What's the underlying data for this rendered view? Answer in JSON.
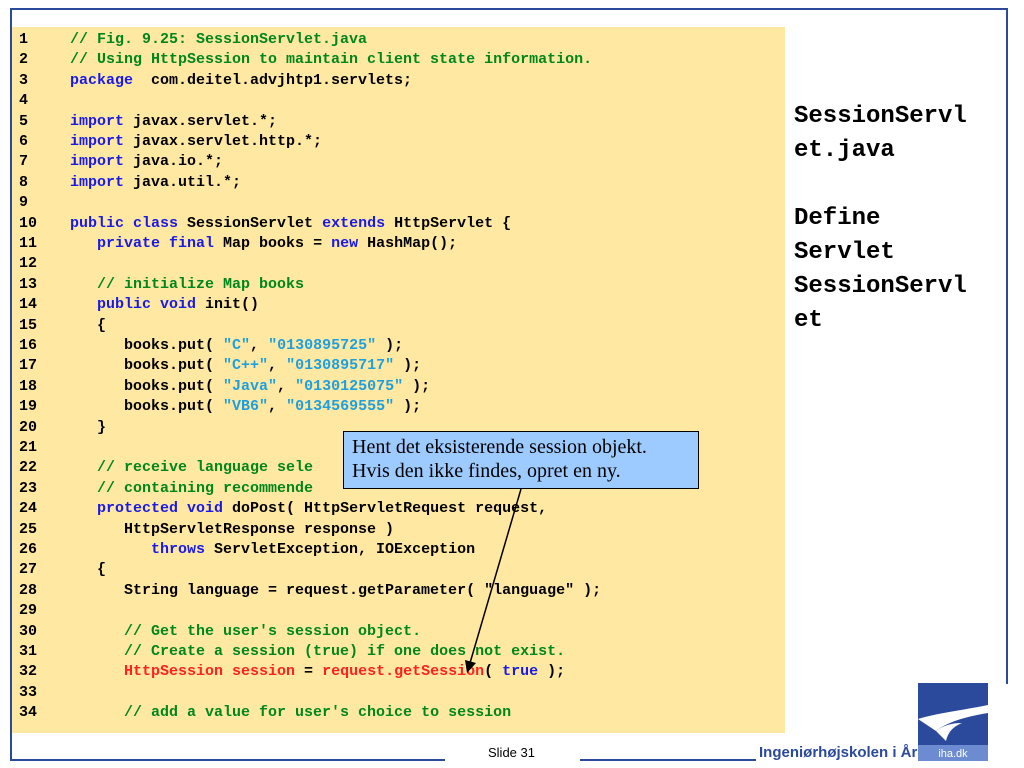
{
  "code_lines": [
    {
      "n": "1",
      "parts": [
        [
          "cm",
          "// Fig. 9.25: SessionServlet.java"
        ]
      ]
    },
    {
      "n": "2",
      "parts": [
        [
          "cm",
          "// Using HttpSession to maintain client state information."
        ]
      ]
    },
    {
      "n": "3",
      "parts": [
        [
          "kw",
          "package"
        ],
        [
          "",
          "  com.deitel.advjhtp1.servlets;"
        ]
      ]
    },
    {
      "n": "4",
      "parts": []
    },
    {
      "n": "5",
      "parts": [
        [
          "kw",
          "import"
        ],
        [
          "",
          " javax.servlet.*;"
        ]
      ]
    },
    {
      "n": "6",
      "parts": [
        [
          "kw",
          "import"
        ],
        [
          "",
          " javax.servlet.http.*;"
        ]
      ]
    },
    {
      "n": "7",
      "parts": [
        [
          "kw",
          "import"
        ],
        [
          "",
          " java.io.*;"
        ]
      ]
    },
    {
      "n": "8",
      "parts": [
        [
          "kw",
          "import"
        ],
        [
          "",
          " java.util.*;"
        ]
      ]
    },
    {
      "n": "9",
      "parts": []
    },
    {
      "n": "10",
      "parts": [
        [
          "kw",
          "public class"
        ],
        [
          "",
          " SessionServlet "
        ],
        [
          "kw",
          "extends"
        ],
        [
          "",
          " HttpServlet {"
        ]
      ]
    },
    {
      "n": "11",
      "parts": [
        [
          "",
          "   "
        ],
        [
          "kw",
          "private final"
        ],
        [
          "",
          " Map books = "
        ],
        [
          "kw",
          "new"
        ],
        [
          "",
          " HashMap();"
        ]
      ]
    },
    {
      "n": "12",
      "parts": []
    },
    {
      "n": "13",
      "parts": [
        [
          "",
          "   "
        ],
        [
          "cm",
          "// initialize Map books"
        ]
      ]
    },
    {
      "n": "14",
      "parts": [
        [
          "",
          "   "
        ],
        [
          "kw",
          "public void"
        ],
        [
          "",
          " init()"
        ]
      ]
    },
    {
      "n": "15",
      "parts": [
        [
          "",
          "   {"
        ]
      ]
    },
    {
      "n": "16",
      "parts": [
        [
          "",
          "      books.put( "
        ],
        [
          "st",
          "\"C\""
        ],
        [
          "",
          ", "
        ],
        [
          "st",
          "\"0130895725\""
        ],
        [
          "",
          " );"
        ]
      ]
    },
    {
      "n": "17",
      "parts": [
        [
          "",
          "      books.put( "
        ],
        [
          "st",
          "\"C++\""
        ],
        [
          "",
          ", "
        ],
        [
          "st",
          "\"0130895717\""
        ],
        [
          "",
          " );"
        ]
      ]
    },
    {
      "n": "18",
      "parts": [
        [
          "",
          "      books.put( "
        ],
        [
          "st",
          "\"Java\""
        ],
        [
          "",
          ", "
        ],
        [
          "st",
          "\"0130125075\""
        ],
        [
          "",
          " );"
        ]
      ]
    },
    {
      "n": "19",
      "parts": [
        [
          "",
          "      books.put( "
        ],
        [
          "st",
          "\"VB6\""
        ],
        [
          "",
          ", "
        ],
        [
          "st",
          "\"0134569555\""
        ],
        [
          "",
          " );"
        ]
      ]
    },
    {
      "n": "20",
      "parts": [
        [
          "",
          "   }"
        ]
      ]
    },
    {
      "n": "21",
      "parts": []
    },
    {
      "n": "22",
      "parts": [
        [
          "",
          "   "
        ],
        [
          "cm",
          "// receive language sele                               t"
        ]
      ]
    },
    {
      "n": "23",
      "parts": [
        [
          "",
          "   "
        ],
        [
          "cm",
          "// containing recommende"
        ]
      ]
    },
    {
      "n": "24",
      "parts": [
        [
          "",
          "   "
        ],
        [
          "kw",
          "protected void"
        ],
        [
          "",
          " doPost( HttpServletRequest request,"
        ]
      ]
    },
    {
      "n": "25",
      "parts": [
        [
          "",
          "      HttpServletResponse response )"
        ]
      ]
    },
    {
      "n": "26",
      "parts": [
        [
          "",
          "         "
        ],
        [
          "kw",
          "throws"
        ],
        [
          "",
          " ServletException, IOException"
        ]
      ]
    },
    {
      "n": "27",
      "parts": [
        [
          "",
          "   {"
        ]
      ]
    },
    {
      "n": "28",
      "parts": [
        [
          "",
          "      String language = request.getParameter( \"language\" );"
        ]
      ]
    },
    {
      "n": "29",
      "parts": []
    },
    {
      "n": "30",
      "parts": [
        [
          "",
          "      "
        ],
        [
          "cm",
          "// Get the user's session object."
        ]
      ]
    },
    {
      "n": "31",
      "parts": [
        [
          "",
          "      "
        ],
        [
          "cm",
          "// Create a session (true) if one does not exist."
        ]
      ]
    },
    {
      "n": "32",
      "parts": [
        [
          "",
          "      "
        ],
        [
          "hl",
          "HttpSession session"
        ],
        [
          "",
          " = "
        ],
        [
          "hl",
          "request.getSession"
        ],
        [
          "",
          "( "
        ],
        [
          "kw",
          "true"
        ],
        [
          "",
          " );"
        ]
      ]
    },
    {
      "n": "33",
      "parts": []
    },
    {
      "n": "34",
      "parts": [
        [
          "",
          "      "
        ],
        [
          "cm",
          "// add a value for user's choice to session"
        ]
      ]
    }
  ],
  "side_title": {
    "line1": "SessionServl",
    "line2": "et.java",
    "line3": "Define",
    "line4": "Servlet",
    "line5": "SessionServl",
    "line6": "et"
  },
  "callout": {
    "line1": "Hent det eksisterende session objekt.",
    "line2": "Hvis den ikke findes, opret en ny."
  },
  "footer": {
    "slide": "Slide 31",
    "org": "Ingeniørhøjskolen i Århus",
    "logo_text": "iha.dk"
  },
  "colors": {
    "code_bg": "#ffe8a2",
    "keyword": "#1a1ae6",
    "comment": "#00871c",
    "string": "#1ea0e0",
    "highlight": "#ff2020",
    "callout_bg": "#9ecbff",
    "frame": "#2c4a9c"
  }
}
